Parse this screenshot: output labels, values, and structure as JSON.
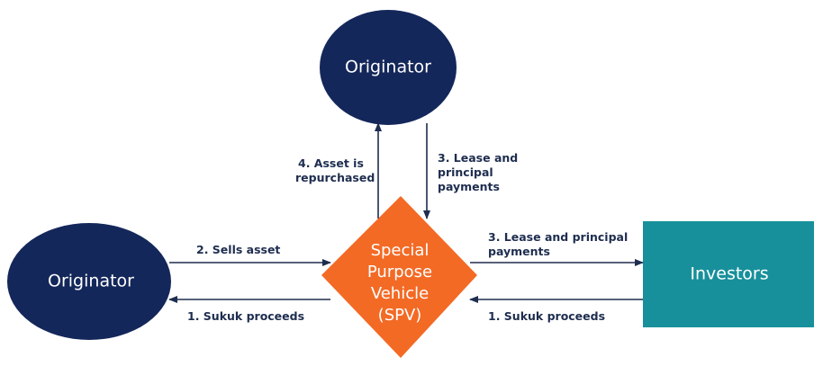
{
  "colors": {
    "originator_fill": "#14275a",
    "spv_fill": "#f36a25",
    "investors_fill": "#17909b",
    "arrow": "#1e2d4f",
    "label_text": "#1e2d4f"
  },
  "nodes": {
    "originator_top": "Originator",
    "originator_left": "Originator",
    "spv": [
      "Special",
      "Purpose",
      "Vehicle",
      "(SPV)"
    ],
    "investors": "Investors"
  },
  "edges": {
    "sells_asset": "2.  Sells asset",
    "sukuk_proceeds_left": "1.  Sukuk proceeds",
    "asset_repurchased": [
      "4.  Asset is",
      "repurchased"
    ],
    "lease_payments_top": [
      "3.  Lease and",
      "principal",
      "payments"
    ],
    "lease_payments_right": [
      "3.  Lease and principal",
      "payments"
    ],
    "sukuk_proceeds_right": "1.  Sukuk proceeds"
  }
}
